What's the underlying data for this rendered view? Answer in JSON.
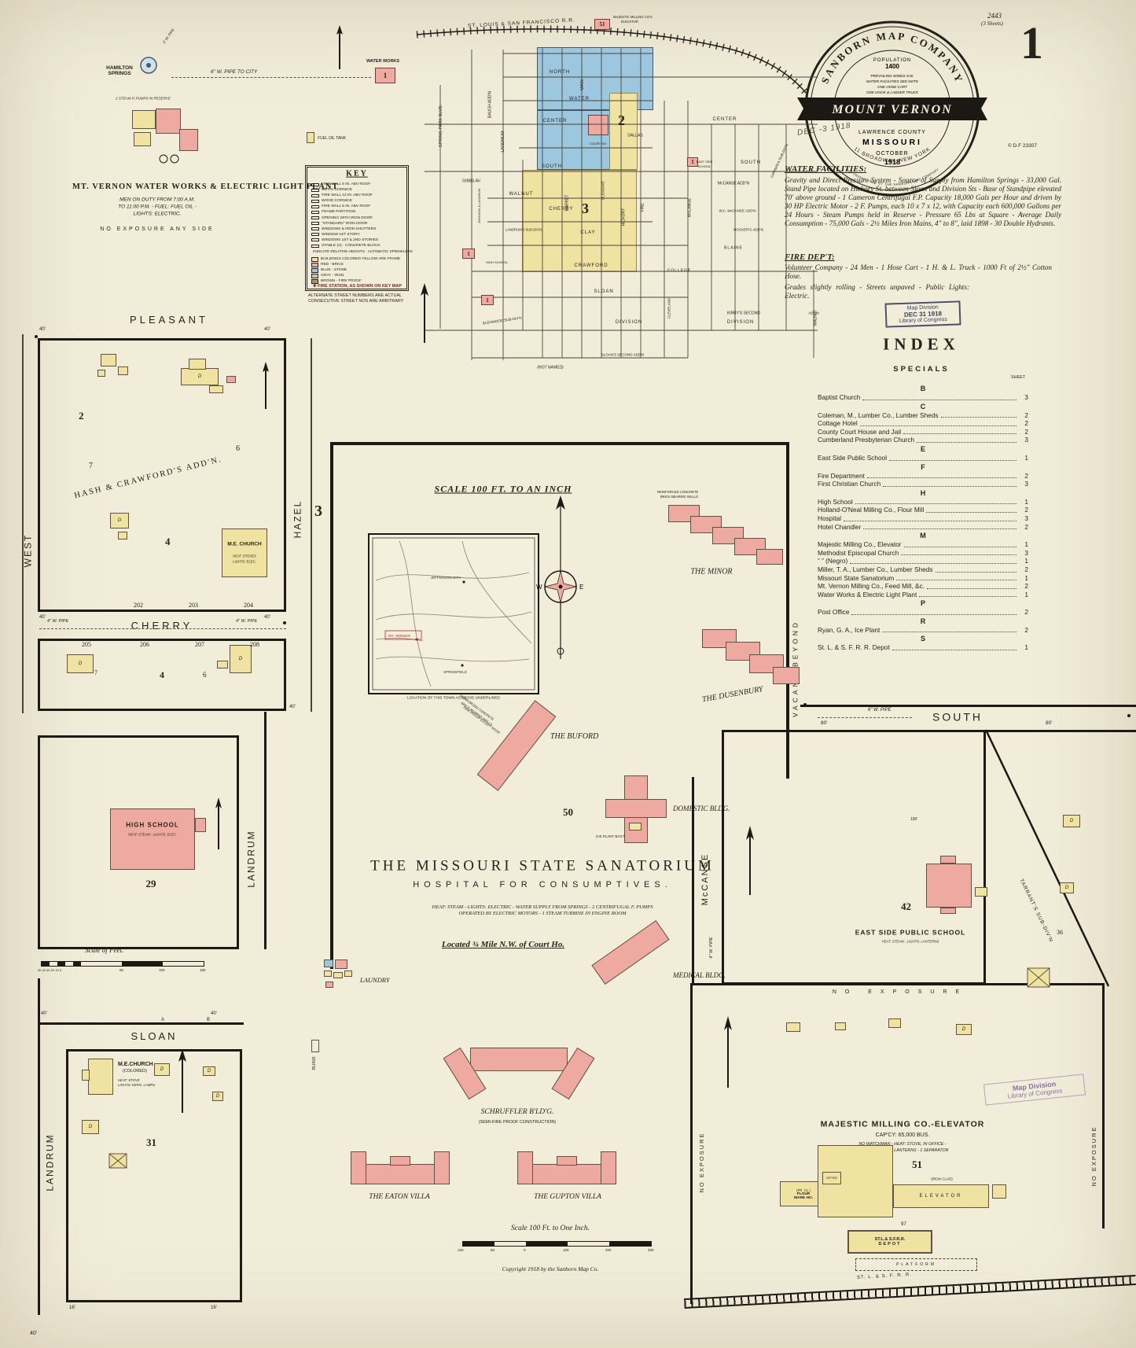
{
  "corner": {
    "plate": "2443",
    "sheets": "(3 Sheets)",
    "big": "1"
  },
  "seal": {
    "company": "SANBORN MAP COMPANY",
    "population_label": "POPULATION",
    "population_value": "1400",
    "note1": "PREVAILING WINDS S.W.",
    "note2": "WATER FACILITIES SEE NOTE",
    "note3": "ONE HOSE CART",
    "note4": "ONE HOOK & LADDER TRUCK",
    "city": "MOUNT VERNON",
    "county": "LAWRENCE COUNTY",
    "state": "MISSOURI",
    "month": "OCTOBER",
    "year": "1918",
    "address": "11 BROADWAY, NEW YORK",
    "ring_bottom": "COPYRIGHT 1918, BY THE SANBORN MAP COMPANY",
    "received": "DEC -3 1918",
    "file_no": "© D.F 23307"
  },
  "notes": {
    "water_title": "WATER FACILITIES:",
    "water_body": "Gravity and Direct Pressure System - Source of Supply from Hamilton Springs - 33,000 Gal. Stand Pipe located on Hickory St. between Sloan and Division Sts - Base of Standpipe elevated 70' above ground - 1 Cameron Centrifugal F.P. Capacity 18,000 Gals per Hour and driven by 30 HP Electric Motor - 2 F. Pumps, each 10 x 7 x 12, with Capacity each 600,000 Gallons per 24 Hours - Steam Pumps held in Reserve - Pressure 65 Lbs at Square - Average Daily Consumption - 75,000 Gals - 2½ Miles Iron Mains, 4\" to 8\", laid 1898 - 30 Double Hydrants.",
    "fire_title": "FIRE DEP'T:",
    "fire_body": "Volunteer Company - 24 Men - 1 Hose Cart - 1 H. & L. Truck - 1000 Ft of 2½\" Cotton Hose.",
    "grades": "Grades slightly rolling - Streets unpaved - Public Lights: Electric."
  },
  "stamp": {
    "l1": "Map Division",
    "l2": "DEC 31 1918",
    "l3": "Library of Congress"
  },
  "stamp2": {
    "l1": "Map Division",
    "l2": "Library of Congress"
  },
  "index": {
    "title": "INDEX",
    "subtitle": "SPECIALS",
    "sheet_col": "SHEET",
    "rows": [
      {
        "cls": "sec",
        "name": "B",
        "sheet": ""
      },
      {
        "cls": "ent",
        "name": "Baptist Church",
        "sheet": "3"
      },
      {
        "cls": "sec",
        "name": "C",
        "sheet": ""
      },
      {
        "cls": "ent",
        "name": "Coleman, M., Lumber Co., Lumber Sheds",
        "sheet": "2"
      },
      {
        "cls": "ent",
        "name": "Cottage Hotel",
        "sheet": "2"
      },
      {
        "cls": "ent",
        "name": "County Court House and Jail",
        "sheet": "2"
      },
      {
        "cls": "ent",
        "name": "Cumberland Presbyterian Church",
        "sheet": "3"
      },
      {
        "cls": "sec",
        "name": "E",
        "sheet": ""
      },
      {
        "cls": "ent",
        "name": "East Side Public School",
        "sheet": "1"
      },
      {
        "cls": "sec",
        "name": "F",
        "sheet": ""
      },
      {
        "cls": "ent",
        "name": "Fire Department",
        "sheet": "2"
      },
      {
        "cls": "ent",
        "name": "First Christian Church",
        "sheet": "3"
      },
      {
        "cls": "sec",
        "name": "H",
        "sheet": ""
      },
      {
        "cls": "ent",
        "name": "High School",
        "sheet": "1"
      },
      {
        "cls": "ent",
        "name": "Holland-O'Neal Milling Co., Flour Mill",
        "sheet": "2"
      },
      {
        "cls": "ent",
        "name": "Hospital",
        "sheet": "3"
      },
      {
        "cls": "ent",
        "name": "Hotel Chandler",
        "sheet": "2"
      },
      {
        "cls": "sec",
        "name": "M",
        "sheet": ""
      },
      {
        "cls": "ent",
        "name": "Majestic Milling Co., Elevator",
        "sheet": "1"
      },
      {
        "cls": "ent",
        "name": "Methodist Episcopal Church",
        "sheet": "3"
      },
      {
        "cls": "ent",
        "name": "”   ”   (Negro)",
        "sheet": "1"
      },
      {
        "cls": "ent",
        "name": "Miller, T. A., Lumber Co., Lumber Sheds",
        "sheet": "2"
      },
      {
        "cls": "ent",
        "name": "Missouri State Sanatorium",
        "sheet": "1"
      },
      {
        "cls": "ent",
        "name": "Mt. Vernon Milling Co., Feed Mill, &c.",
        "sheet": "2"
      },
      {
        "cls": "ent",
        "name": "Water Works & Electric Light Plant",
        "sheet": "1"
      },
      {
        "cls": "sec",
        "name": "P",
        "sheet": ""
      },
      {
        "cls": "ent",
        "name": "Post Office",
        "sheet": "2"
      },
      {
        "cls": "sec",
        "name": "R",
        "sheet": ""
      },
      {
        "cls": "ent",
        "name": "Ryan, G. A., Ice Plant",
        "sheet": "2"
      },
      {
        "cls": "sec",
        "name": "S",
        "sheet": ""
      },
      {
        "cls": "ent",
        "name": "St. L. & S. F. R. R. Depot",
        "sheet": "1"
      }
    ]
  },
  "key": {
    "title": "KEY",
    "rows": [
      "FIRE WALL 6 IN. ABV ROOF",
      "METAL CORNICE",
      "FIRE WALL 12 IN. ABV ROOF",
      "WOOD CORNICE",
      "FIRE WALL 6 IN. ABV ROOF",
      "FRAME PARTITION",
      "OPENING WITH IRON DOOR",
      "\"STANDARD\" IRON DOOR",
      "WINDOWS & IRON SHUTTERS",
      "WINDOW 1ST STORY",
      "WINDOWS 1ST & 2ND STORIES",
      "STABLE (X) · CONCRETE BLOCK"
    ],
    "colors": [
      {
        "label": "BUILDINGS COLORED YELLOW ARE FRAME",
        "color": "#f0e2a0"
      },
      {
        "label": "RED - BRICK",
        "color": "#eeaaa1"
      },
      {
        "label": "BLUE - STONE",
        "color": "#9cc7df"
      },
      {
        "label": "GRAY - IRON",
        "color": "#c6c2b4"
      },
      {
        "label": "BROWN - FIRE PROOF",
        "color": "#b98d5e"
      }
    ],
    "heights": "INDICATE RELATIVE HEIGHTS · AUTOMATIC SPRINKLERS",
    "fire_station": "✚ FIRE STATION, AS SHOWN ON KEY MAP",
    "street_note1": "ALTERNATE STREET NUMBERS ARE ACTUAL",
    "street_note2": "CONSECUTIVE STREET NOS ARE ARBITRARY"
  },
  "ww": {
    "springs": "HAMILTON SPRINGS",
    "pipe_city": "6\" W. PIPE TO CITY",
    "pipe_small": "3\" W. PIPE",
    "pumps": "2 STEAM P. PUMPS IN RESERVE",
    "title": "MT. VERNON WATER WORKS & ELECTRIC LIGHT PLANT",
    "note1": "MEN ON DUTY FROM 7:00 A.M.",
    "note2": "TO 11:00 P.M. - FUEL: FUEL OIL -",
    "note3": "LIGHTS: ELECTRIC.",
    "exposure": "NO EXPOSURE ANY SIDE",
    "fuel_tank": "FUEL OIL TANK",
    "ww_label": "WATER WORKS",
    "ref": "1"
  },
  "dt": {
    "railroad": "ST. LOUIS & SAN FRANCISCO R.R.",
    "elev1": "MAJESTIC MILLING CO'S",
    "elev2": "ELEVATOR",
    "ref51": "51",
    "ref1": "1",
    "north": "NORTH",
    "water": "WATER",
    "center_w": "CENTER",
    "center_e": "CENTER",
    "dallas": "DALLAS",
    "south_w": "SOUTH",
    "south_e": "SOUTH",
    "walnut": "WALNUT",
    "cherry": "CHERRY",
    "clay": "CLAY",
    "crawford": "CRAWFORD",
    "sloan": "SLOAN",
    "division_w": "DIVISION",
    "division_e": "DIVISION",
    "spring_park": "SPRING PARK BLVD.",
    "baugh": "BAUGH ADD'N",
    "landrum": "LANDRUM",
    "gibbs": "GIBBS AV.",
    "johnson": "JOHNSON & LANDRUM",
    "market": "MARKET",
    "main": "MAIN",
    "pleasant": "PLEASANT",
    "hickory": "HICKORY",
    "vine": "VINE",
    "mccanse": "McCANSE",
    "cleveland": "CLEVELAND",
    "walnut_e": "WALNUT",
    "court": "COURT HO.",
    "blk2": "2",
    "blk3": "3",
    "carman": "CARMAN'S SUB-DIV'N",
    "mccanse_addn": "McCANSE ADD'N",
    "wc_mccanse": "W.C. McCANSE ADD'N",
    "hocker": "HOCKER'S ADD'N",
    "blaine": "BLAINE",
    "college": "COLLEGE",
    "kirby": "KIRBY'S SECOND",
    "kirby2": "ADD'N",
    "east1": "EAST SIDE",
    "east2": "SCHOOL",
    "high": "HIGH SCHOOL",
    "landrums": "LANDRUM'S SUB-DIV'N",
    "elenwood": "ELENWOOD SUB-DIV'N",
    "sloans2": "SLOAN'S SECOND ADD'N",
    "notnamed": "(NOT NAMED)"
  },
  "pl": {
    "street": "PLEASANT",
    "cherry": "CHERRY",
    "west": "WEST",
    "hazel": "HAZEL",
    "big3": "3",
    "addn": "HASH & CRAWFORD'S ADD'N.",
    "addn_no": "6",
    "blk2": "2",
    "blk7": "7",
    "blk4": "4",
    "lot6": "6",
    "lot7": "7",
    "church": "M.E. CHURCH",
    "church_n1": "HEAT: STOVES",
    "church_n2": "LIGHTS: ELEC.",
    "l202": "202",
    "l203": "203",
    "l204": "204",
    "l205": "205",
    "l206": "206",
    "l207": "207",
    "l208": "208",
    "pipe": "4\" W. PIPE"
  },
  "san": {
    "scale": "SCALE 100 FT. TO AN INCH",
    "title": "THE MISSOURI STATE SANATORIUM",
    "subtitle": "HOSPITAL FOR CONSUMPTIVES.",
    "services": "HEAT: STEAM - LIGHTS: ELECTRIC - WATER SUPPLY FROM SPRINGS - 2 CENTRIFUGAL F. PUMPS OPERATED BY ELECTRIC MOTORS - 1 STEAM TURBINE IN ENGINE ROOM",
    "located": "Located ¾ Mile N.W. of Court Ho.",
    "minor": "THE MINOR",
    "dusenbury": "THE DUSENBURY",
    "buford": "THE BUFORD",
    "domestic": "DOMESTIC BLDG.",
    "medical": "MEDICAL BLDG.",
    "laundry": "LAUNDRY",
    "ruins": "RUINS",
    "conc1": "REINFORCED CONCRETE",
    "conc2": "BRICK BEARING WALLS",
    "conc3": "FIRE PROOF EXCEPT ROOF",
    "ice": "ICE PLANT BAS'T",
    "blk50": "50",
    "vacant": "VACANT BEYOND",
    "inset_caption": "LOCATION OF THIS TOWN AS ABOVE UNDERLINED",
    "city1": "JEFFERSON CITY",
    "city2": "SPRINGFIELD",
    "city3": "MT. VERNON",
    "w": "W",
    "e": "E"
  },
  "bl": {
    "hs": "HIGH SCHOOL",
    "hs_note": "HEAT: STEAM - LIGHTS: ELEC.",
    "blk29": "29",
    "landrum": "LANDRUM",
    "landrum2": "LANDRUM",
    "scale": "Scale of Feet.",
    "ticks": "50 40 30 20 10 0",
    "t50": "50",
    "t100": "100",
    "t150": "150",
    "sloan": "SLOAN",
    "church": "M.E.CHURCH",
    "colored": "(COLORED)",
    "cn1": "HEAT: STOVE",
    "cn2": "LIGHTS: KERO. LAMPS.",
    "blk31": "31"
  },
  "bc": {
    "schruffler": "SCHRUFFLER B'LD'G.",
    "schruffler_note": "(SEMI-FIRE PROOF CONSTRUCTION)",
    "eaton": "THE EATON VILLA",
    "gupton": "THE GUPTON VILLA",
    "scale": "Scale 100 Ft. to One Inch.",
    "s100a": "100",
    "s50": "50",
    "s0": "0",
    "s100b": "100",
    "s200": "200",
    "s300": "300",
    "copyright": "Copyright 1918 by the Sanborn Map Co."
  },
  "br": {
    "south": "SOUTH",
    "pipe6": "6\" W. PIPE",
    "mccanse": "McCANSE",
    "pipe4": "4\" W. PIPE",
    "school": "EAST SIDE PUBLIC SCHOOL",
    "school_note": "HEAT: STEAM - LIGHTS: LANTERNS",
    "blk42": "42",
    "tarrant": "TARRANT'S SUB-DIV'N",
    "lot36": "36",
    "noexp": "NO EXPOSURE",
    "majestic": "MAJESTIC MILLING CO.-ELEVATOR",
    "capcy": "CAP'CY: 65,000 BUS.",
    "mn1": "NO WATCHMAN - HEAT: STOVE, IN OFFICE -",
    "mn2": "LIGHTS: COAL OIL LANTERNS - 1 SEPARATOR",
    "blk51": "51",
    "fr": "(FR. CL.)",
    "flour": "FLOUR",
    "wareho": "WARE HO.",
    "office": "OFFICE",
    "elevator": "ELEVATOR",
    "iron": "(IRON CLAD)",
    "depot1": "ST.L.& S.F.R.R.",
    "depot2": "DEPOT",
    "platform": "PLATFORM",
    "track": "ST. L. & S. F. R. R."
  },
  "marks": {
    "w40": "40'",
    "w80": "80'",
    "w16": "16'",
    "d190": "190'",
    "n97": "97",
    "a": "A",
    "b": "B"
  },
  "glyphs": {
    "d": "D"
  }
}
